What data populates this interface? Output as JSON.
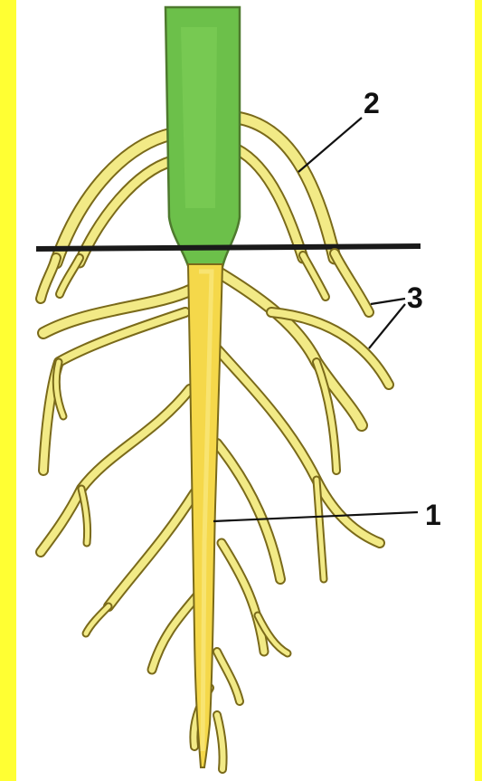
{
  "diagram": {
    "labels": [
      {
        "id": "main-root",
        "text": "1"
      },
      {
        "id": "adventitious-root",
        "text": "2"
      },
      {
        "id": "lateral-root",
        "text": "3"
      }
    ],
    "colors": {
      "frame": "#ffff33",
      "background": "#ffffff",
      "stem": "#6cc04a",
      "root": "#f2ea86",
      "root_core": "#f5d84a",
      "root_outline": "#7a6a1a",
      "soil_line": "#1a1a1a",
      "label_text": "#111111"
    }
  }
}
